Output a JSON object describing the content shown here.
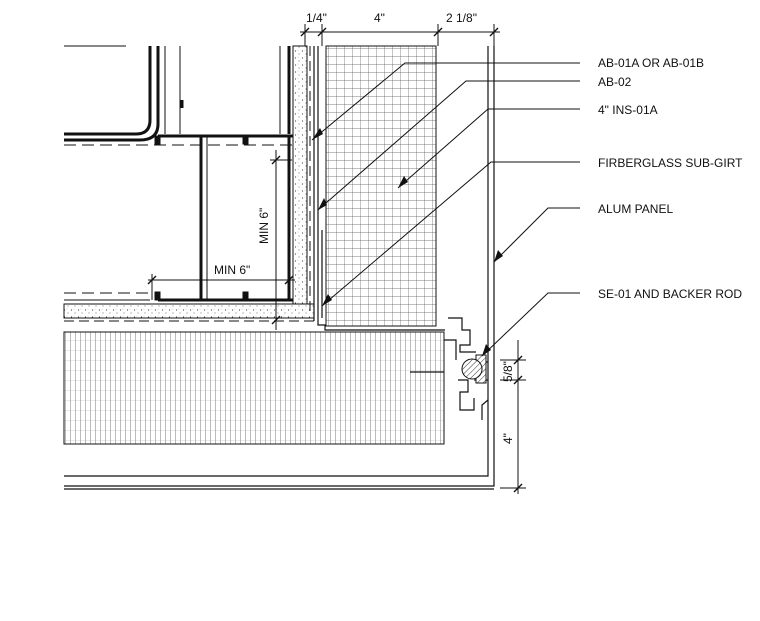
{
  "callouts": [
    {
      "text": "AB-01A OR AB-01B"
    },
    {
      "text": "AB-02"
    },
    {
      "text": "4\" INS-01A"
    },
    {
      "text": "FIRBERGLASS SUB-GIRT"
    },
    {
      "text": "ALUM PANEL"
    },
    {
      "text": "SE-01 AND BACKER ROD"
    }
  ],
  "dimensions": {
    "sheathing_gap": "1/4\"",
    "insulation": "4\"",
    "cavity": "2 1/8\"",
    "joint": "5/8\"",
    "return": "4\"",
    "min_horizontal": "MIN 6\"",
    "min_vertical": "MIN 6\""
  },
  "colors": {
    "line": "#111111",
    "hatch": "#555555"
  }
}
